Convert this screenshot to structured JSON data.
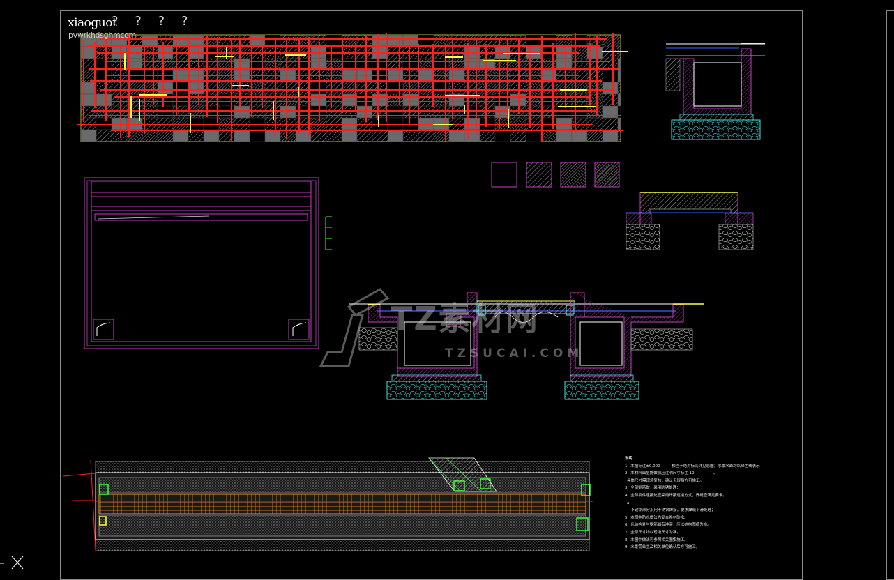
{
  "watermark": {
    "brand_top": "xiaoguot",
    "brand_marks": "? ? ? ?",
    "brand_url": "pvwrkhdsghmcom",
    "center_big": "TZ素材网",
    "center_small": "TZSUCAI.COM"
  },
  "notes": {
    "heading": "说明：",
    "items": [
      {
        "n": "1.",
        "text": "本图标注±0.000　　　相当于绝对标高详见总图；水景水面均以绿色线表示"
      },
      {
        "n": "2.",
        "text": "本材料面层施做前应注明尺寸标注 10　　—　　、"
      },
      {
        "n": "",
        "text": "具体尺寸需现场复核，确认无误后方可施工。"
      },
      {
        "n": "3.",
        "text": "全部钢筋做，采用防锈处理；"
      },
      {
        "n": "4.",
        "text": "全部钢件连接处应采用焊接连接方式，焊缝应满足要求。"
      },
      {
        "n": "",
        "text": "a"
      },
      {
        "n": "",
        "text": "　不锈钢部分采用不锈钢焊接，要求焊缝平滑处理；"
      },
      {
        "n": "5.",
        "text": "本图中防水做法为复合卷材防水。"
      },
      {
        "n": "6.",
        "text": "凡结构处与钢筋如有冲突，应以结构图纸为准。"
      },
      {
        "n": "7.",
        "text": "全部尺寸均以现场尺寸为准。"
      },
      {
        "n": "8.",
        "text": "本图中做法可参照相关图集施工。"
      },
      {
        "n": "9.",
        "text": "水景需业主及相关单位确认后方可施工。"
      }
    ]
  },
  "colors": {
    "background": "#000000",
    "frame": "#8a8a8a",
    "red": "#ff2020",
    "yellow": "#ffff40",
    "magenta": "#c040c0",
    "cyan": "#40e0e0",
    "white": "#ffffff",
    "green": "#40ff40",
    "orange": "#ff9020",
    "blue": "#4060ff"
  }
}
